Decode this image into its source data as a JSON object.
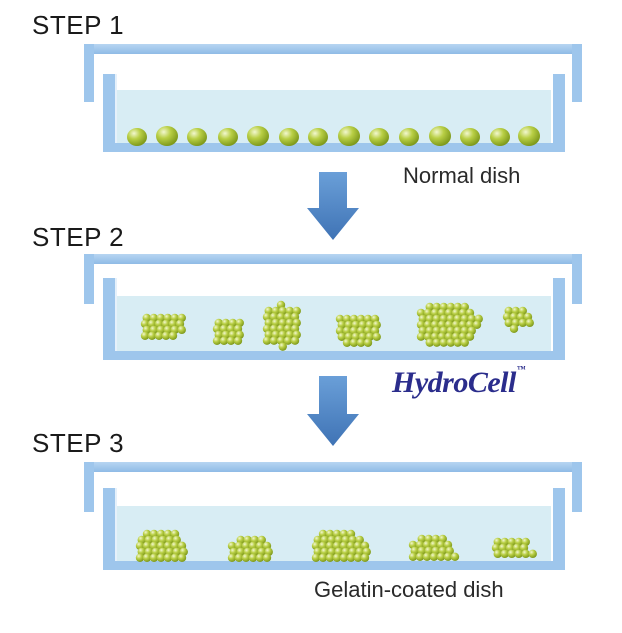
{
  "steps": [
    {
      "label": "STEP 1",
      "caption": "Normal dish"
    },
    {
      "label": "STEP 2",
      "brand": "HydroCell",
      "trademark": "™"
    },
    {
      "label": "STEP 3",
      "caption": "Gelatin-coated dish"
    }
  ],
  "colors": {
    "dish_blue": "#9ec6ec",
    "dish_inner": "#c9dff5",
    "medium": "#d8edf4",
    "arrow": "#4f86c6",
    "cell_fill": "#a6bd32",
    "cell_highlight": "#e9f1b5",
    "brand": "#2b2d8c"
  }
}
